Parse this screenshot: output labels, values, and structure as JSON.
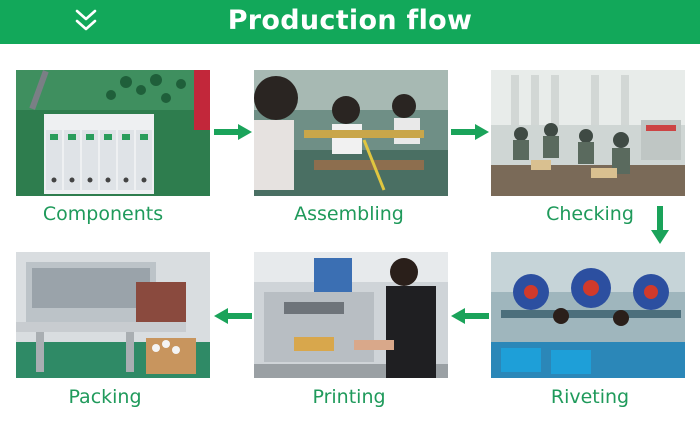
{
  "banner": {
    "title": "Production flow",
    "icon": "double-chevron-down-icon"
  },
  "steps": [
    {
      "label": "Components"
    },
    {
      "label": "Assembling"
    },
    {
      "label": "Checking"
    },
    {
      "label": "Riveting"
    },
    {
      "label": "Printing"
    },
    {
      "label": "Packing"
    }
  ],
  "colors": {
    "brand_green": "#12a85a",
    "label_green": "#1f9a5b",
    "arrow_green": "#1aa35a"
  }
}
